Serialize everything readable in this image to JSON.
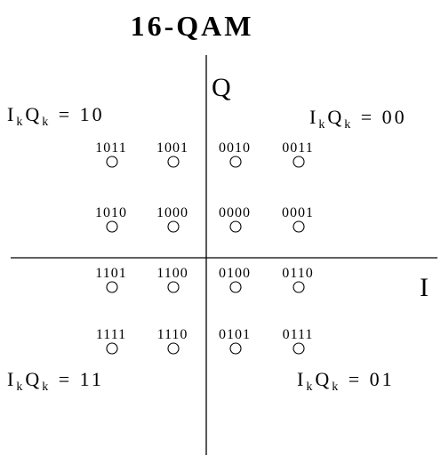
{
  "title": "16-QAM",
  "axes": {
    "q_label": "Q",
    "i_label": "I"
  },
  "quadrants": {
    "top_left": {
      "bits": "10"
    },
    "top_right": {
      "bits": "00"
    },
    "bottom_left": {
      "bits": "11"
    },
    "bottom_right": {
      "bits": "01"
    }
  },
  "constellation": [
    {
      "label": "1011",
      "i": -3,
      "q": 3
    },
    {
      "label": "1001",
      "i": -1,
      "q": 3
    },
    {
      "label": "0010",
      "i": 1,
      "q": 3
    },
    {
      "label": "0011",
      "i": 3,
      "q": 3
    },
    {
      "label": "1010",
      "i": -3,
      "q": 1
    },
    {
      "label": "1000",
      "i": -1,
      "q": 1
    },
    {
      "label": "0000",
      "i": 1,
      "q": 1
    },
    {
      "label": "0001",
      "i": 3,
      "q": 1
    },
    {
      "label": "1101",
      "i": -3,
      "q": -1
    },
    {
      "label": "1100",
      "i": -1,
      "q": -1
    },
    {
      "label": "0100",
      "i": 1,
      "q": -1
    },
    {
      "label": "0110",
      "i": 3,
      "q": -1
    },
    {
      "label": "1111",
      "i": -3,
      "q": -3
    },
    {
      "label": "1110",
      "i": -1,
      "q": -3
    },
    {
      "label": "0101",
      "i": 1,
      "q": -3
    },
    {
      "label": "0111",
      "i": 3,
      "q": -3
    }
  ]
}
